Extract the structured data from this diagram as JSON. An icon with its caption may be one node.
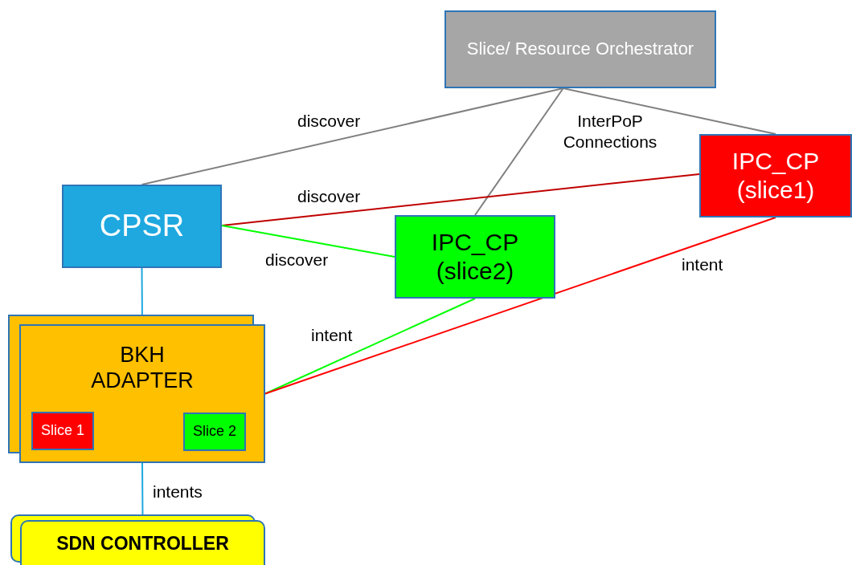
{
  "diagram": {
    "nodes": [
      {
        "text": [
          "Slice/ Resource Orchestrator"
        ]
      },
      {
        "text": [
          "CPSR"
        ]
      },
      {
        "text": [
          "IPC_CP (slice1)"
        ]
      },
      {
        "text": [
          "IPC_CP (slice2)"
        ]
      },
      {
        "text": [
          "BKH ADAPTER"
        ]
      },
      {
        "text": [
          "Slice 1"
        ],
        "in": 4
      },
      {
        "text": [
          "Slice 2"
        ],
        "in": 4
      },
      {
        "text": [
          "SDN CONTROLLER"
        ]
      }
    ],
    "edges": [
      {
        "from": 0,
        "to": 1,
        "arrow": "none",
        "label": "discover",
        "color": "#808080"
      },
      {
        "from": 0,
        "to": 3,
        "arrow": "none",
        "label": "InterPoP Connections",
        "color": "#808080"
      },
      {
        "from": 0,
        "to": 2,
        "arrow": "none",
        "color": "#808080"
      },
      {
        "from": 1,
        "to": 2,
        "arrow": "none",
        "label": "discover",
        "color": "#c00000"
      },
      {
        "from": 1,
        "to": 3,
        "arrow": "none",
        "label": "discover",
        "color": "#00ff00"
      },
      {
        "from": 3,
        "to": 4,
        "arrow": "none",
        "label": "intent",
        "color": "#00ff00"
      },
      {
        "from": 2,
        "to": 4,
        "arrow": "none",
        "label": "intent",
        "color": "#ff0000"
      },
      {
        "from": 1,
        "to": 4,
        "arrow": "none",
        "color": "#1fa8e0"
      },
      {
        "from": 4,
        "to": 7,
        "arrow": "none",
        "label": "intents",
        "color": "#1fa8e0"
      }
    ]
  }
}
